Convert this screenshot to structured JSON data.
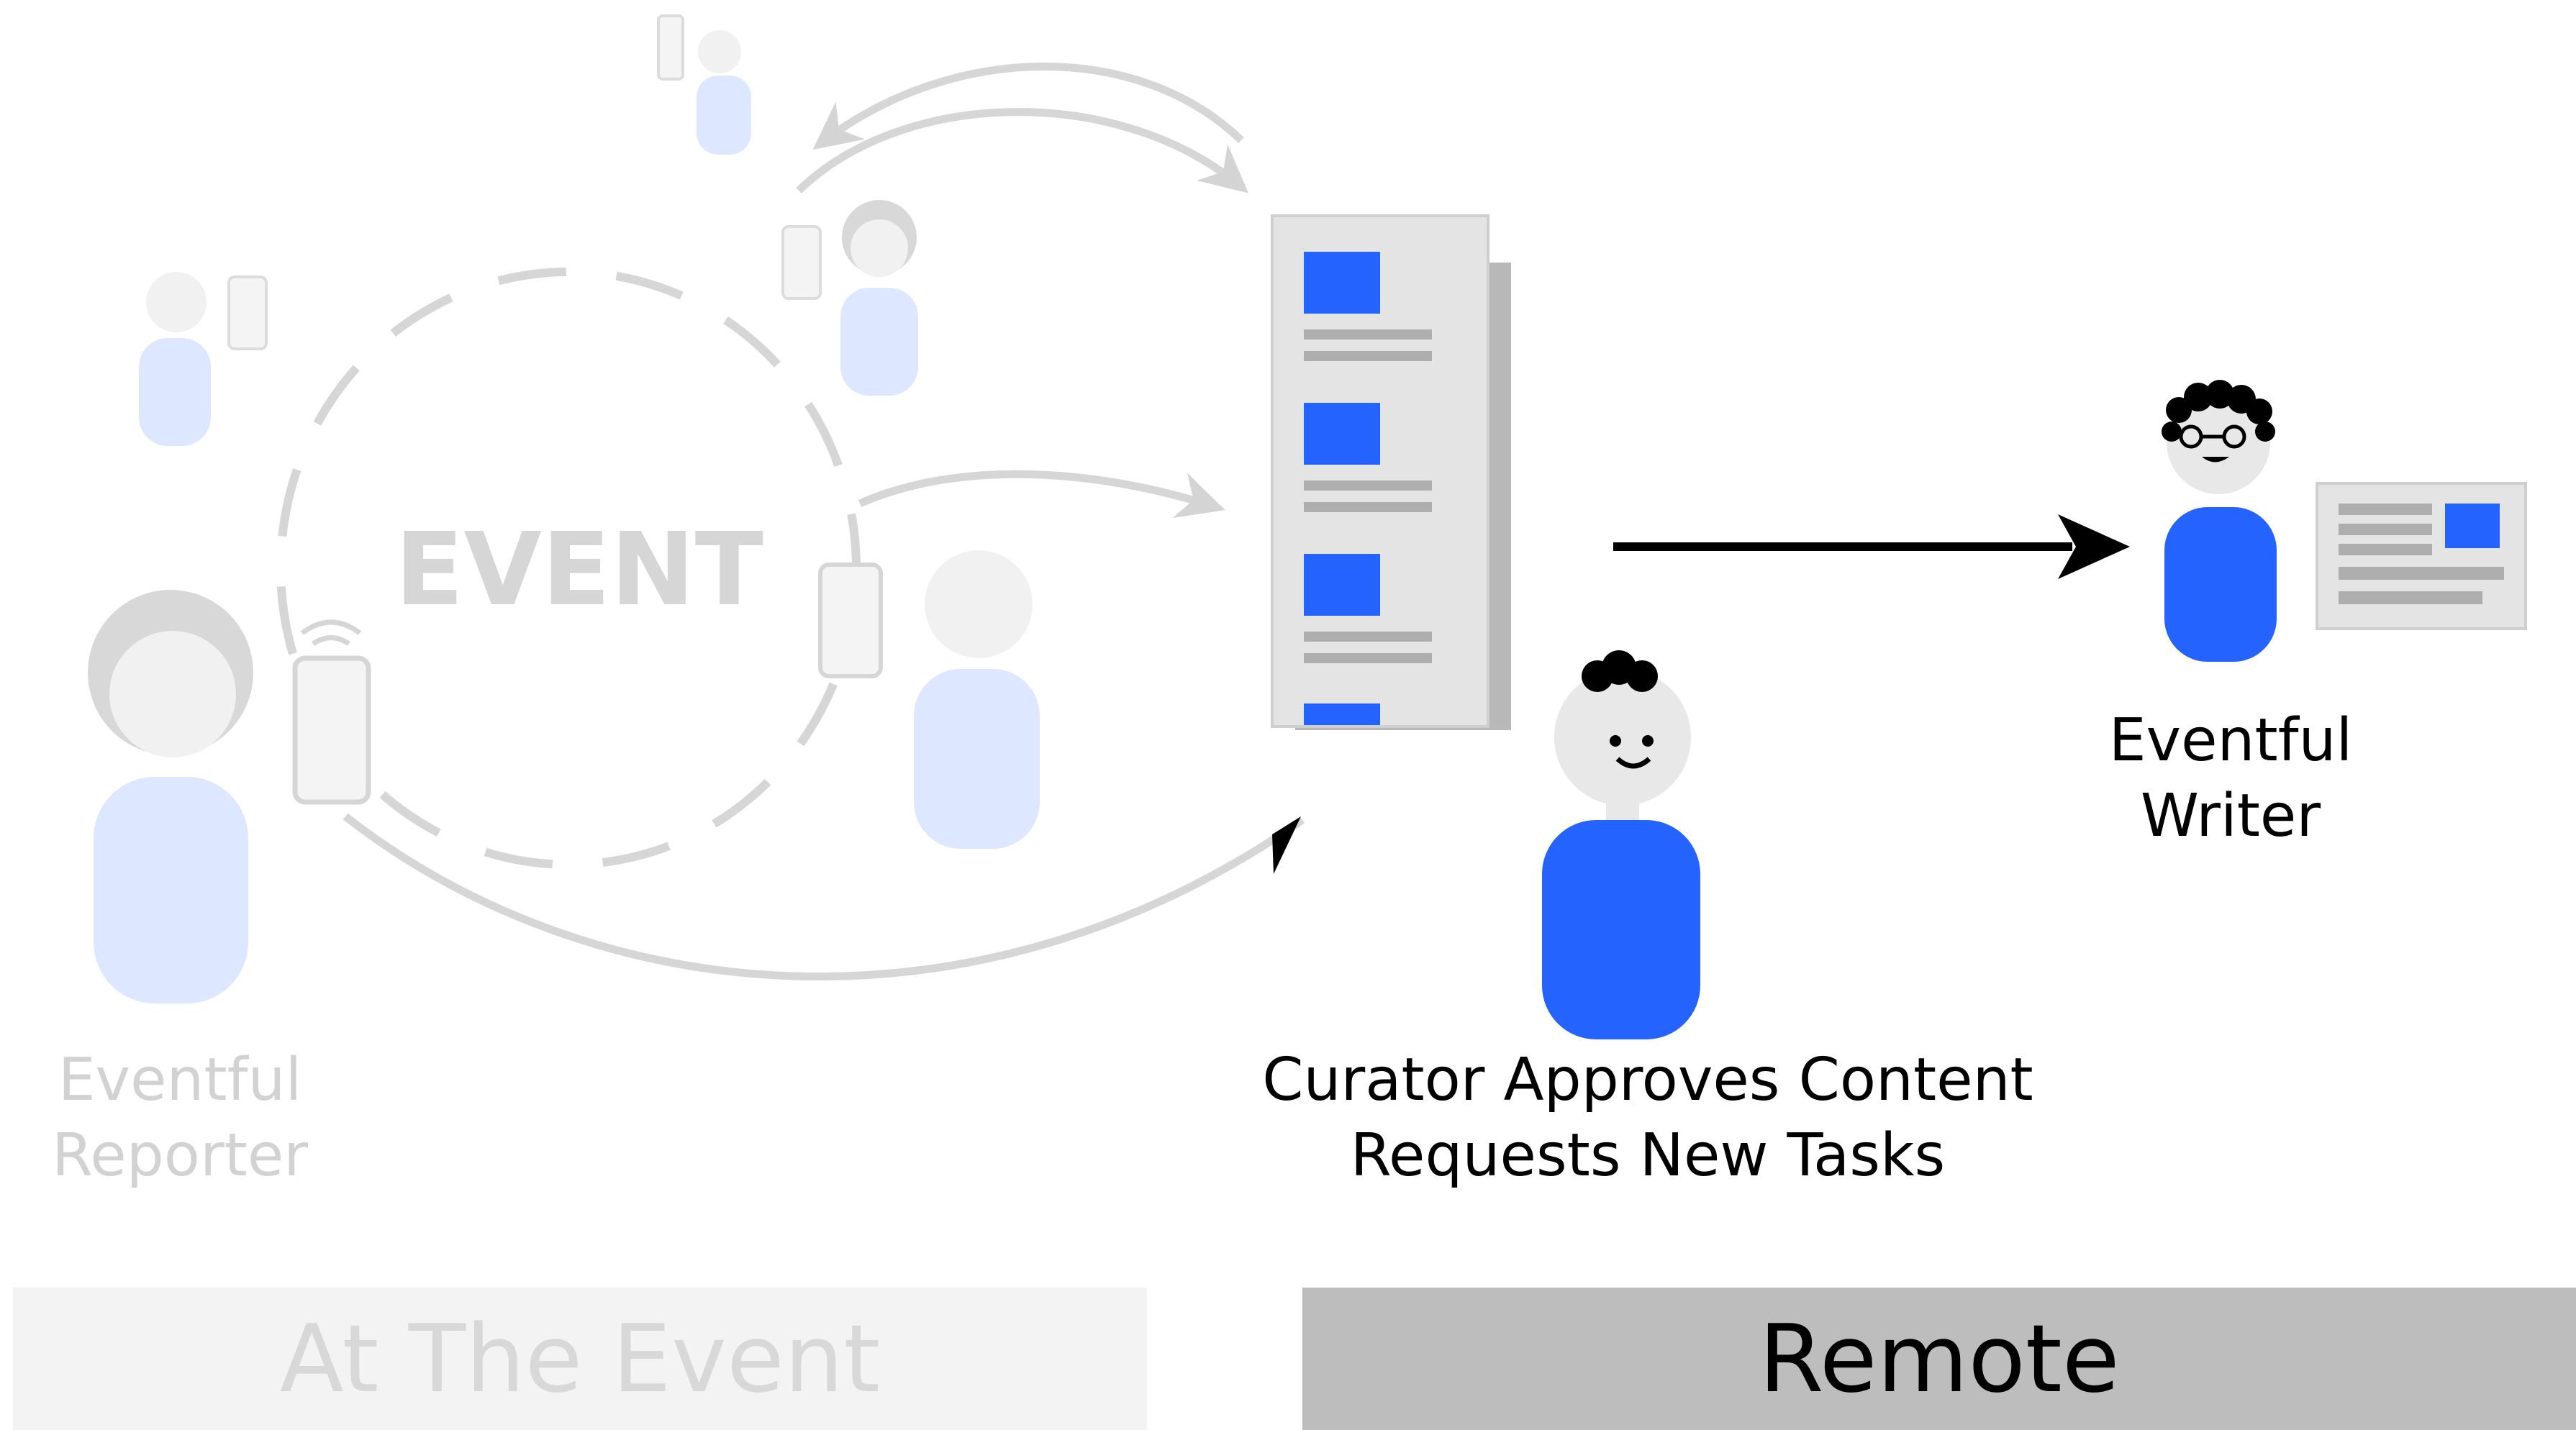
{
  "event_label": "EVENT",
  "reporter_label": {
    "line1": "Eventful",
    "line2": "Reporter"
  },
  "curator_label": {
    "line1": "Curator Approves Content",
    "line2": "Requests New Tasks"
  },
  "writer_label": {
    "line1": "Eventful",
    "line2": "Writer"
  },
  "bars": {
    "left": "At The Event",
    "right": "Remote"
  },
  "colors": {
    "accent_blue": "#2563ff",
    "faded_blue": "#dbe6ff",
    "faded_gray": "#d2d2d2",
    "skin": "#e8e8e8",
    "document_gray": "#e4e4e4"
  }
}
